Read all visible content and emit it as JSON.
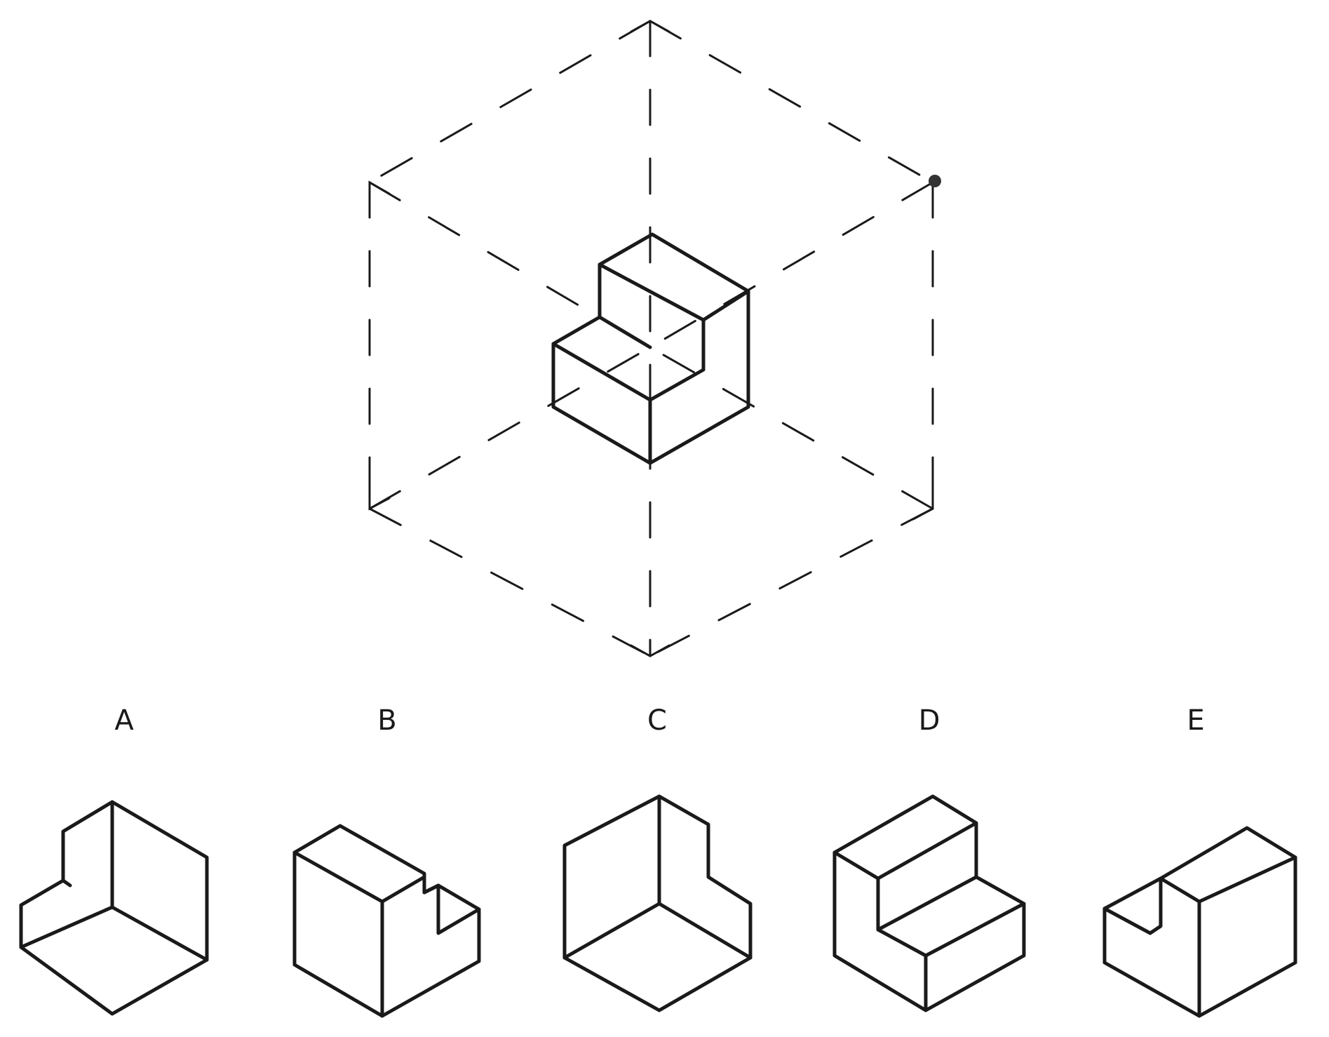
{
  "options": [
    {
      "id": "A",
      "label": "A"
    },
    {
      "id": "B",
      "label": "B"
    },
    {
      "id": "C",
      "label": "C"
    },
    {
      "id": "D",
      "label": "D"
    },
    {
      "id": "E",
      "label": "E"
    }
  ],
  "stroke_color": "#1a1a1a",
  "background_color": "#ffffff"
}
